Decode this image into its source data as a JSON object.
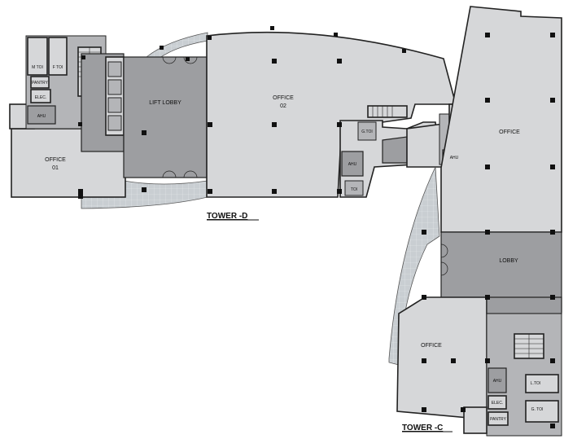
{
  "labels": {
    "office_01_line1": "OFFICE",
    "office_01_line2": "01",
    "office_02_line1": "OFFICE",
    "office_02_line2": "02",
    "lift_lobby": "LIFT LOBBY",
    "office_c_upper": "OFFICE",
    "lobby": "LOBBY",
    "office_c_lower": "OFFICE",
    "tower_d": "TOWER -D",
    "tower_c": "TOWER -C",
    "ahu_d_left": "AHU",
    "ahu_d_mid": "AHU",
    "ahu_c_upper": "AHU",
    "ahu_c_lower": "AHU",
    "elec_d": "ELEC.",
    "elec_c": "ELEC.",
    "pantry_d": "PANTRY",
    "pantry_c": "PANTRY",
    "m_toi": "M\nTOI",
    "f_toi": "F\nTOI",
    "g_toi_d": "G.TOI",
    "toi_d": "TOI",
    "l_toi_c": "L.TOI",
    "g_toi_c": "G. TOI"
  },
  "colors": {
    "room_fill": "#d6d7d9",
    "core_fill": "#9d9ea1",
    "paving_fill": "#c9ced2",
    "wall": "#222222",
    "column": "#111111",
    "background": "#ffffff"
  }
}
